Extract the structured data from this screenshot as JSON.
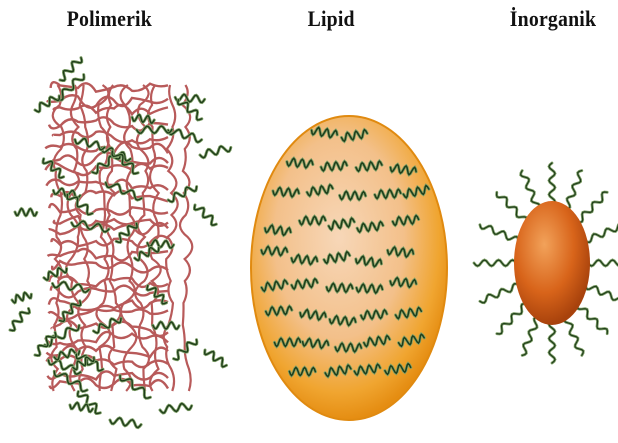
{
  "panels": [
    {
      "label": "Polimerik"
    },
    {
      "label": "Lipid"
    },
    {
      "label": "İnorganik"
    }
  ],
  "colors": {
    "polymer_chain": "#b85a5a",
    "strand_dark": "#1f3d1a",
    "strand_light": "#7fa068",
    "lipid_fill": "#f2a62a",
    "lipid_core": "#f6c9a6",
    "inorganic_core": "#d8641a"
  },
  "icons": [
    "polymer-nanoparticle-icon",
    "lipid-nanoparticle-icon",
    "inorganic-nanoparticle-icon"
  ]
}
